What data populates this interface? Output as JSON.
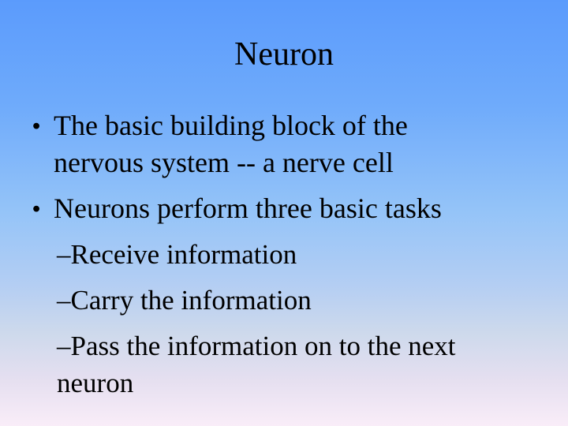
{
  "slide": {
    "title": "Neuron",
    "bullets": [
      {
        "level": 1,
        "marker": "•",
        "lines": [
          "The basic building block of the",
          "nervous system -- a nerve cell"
        ]
      },
      {
        "level": 1,
        "marker": "•",
        "lines": [
          "Neurons perform three basic tasks"
        ]
      },
      {
        "level": 2,
        "marker": "–",
        "lines": [
          "Receive information"
        ]
      },
      {
        "level": 2,
        "marker": "–",
        "lines": [
          "Carry the information"
        ]
      },
      {
        "level": 2,
        "marker": "–",
        "lines": [
          "Pass the information on to the next",
          "neuron"
        ]
      }
    ],
    "colors": {
      "gradient_top": "#5b9bfc",
      "gradient_middle": "#95c4f8",
      "gradient_lower": "#cdd9ec",
      "gradient_bottom": "#f9edf8",
      "text": "#000000"
    }
  }
}
